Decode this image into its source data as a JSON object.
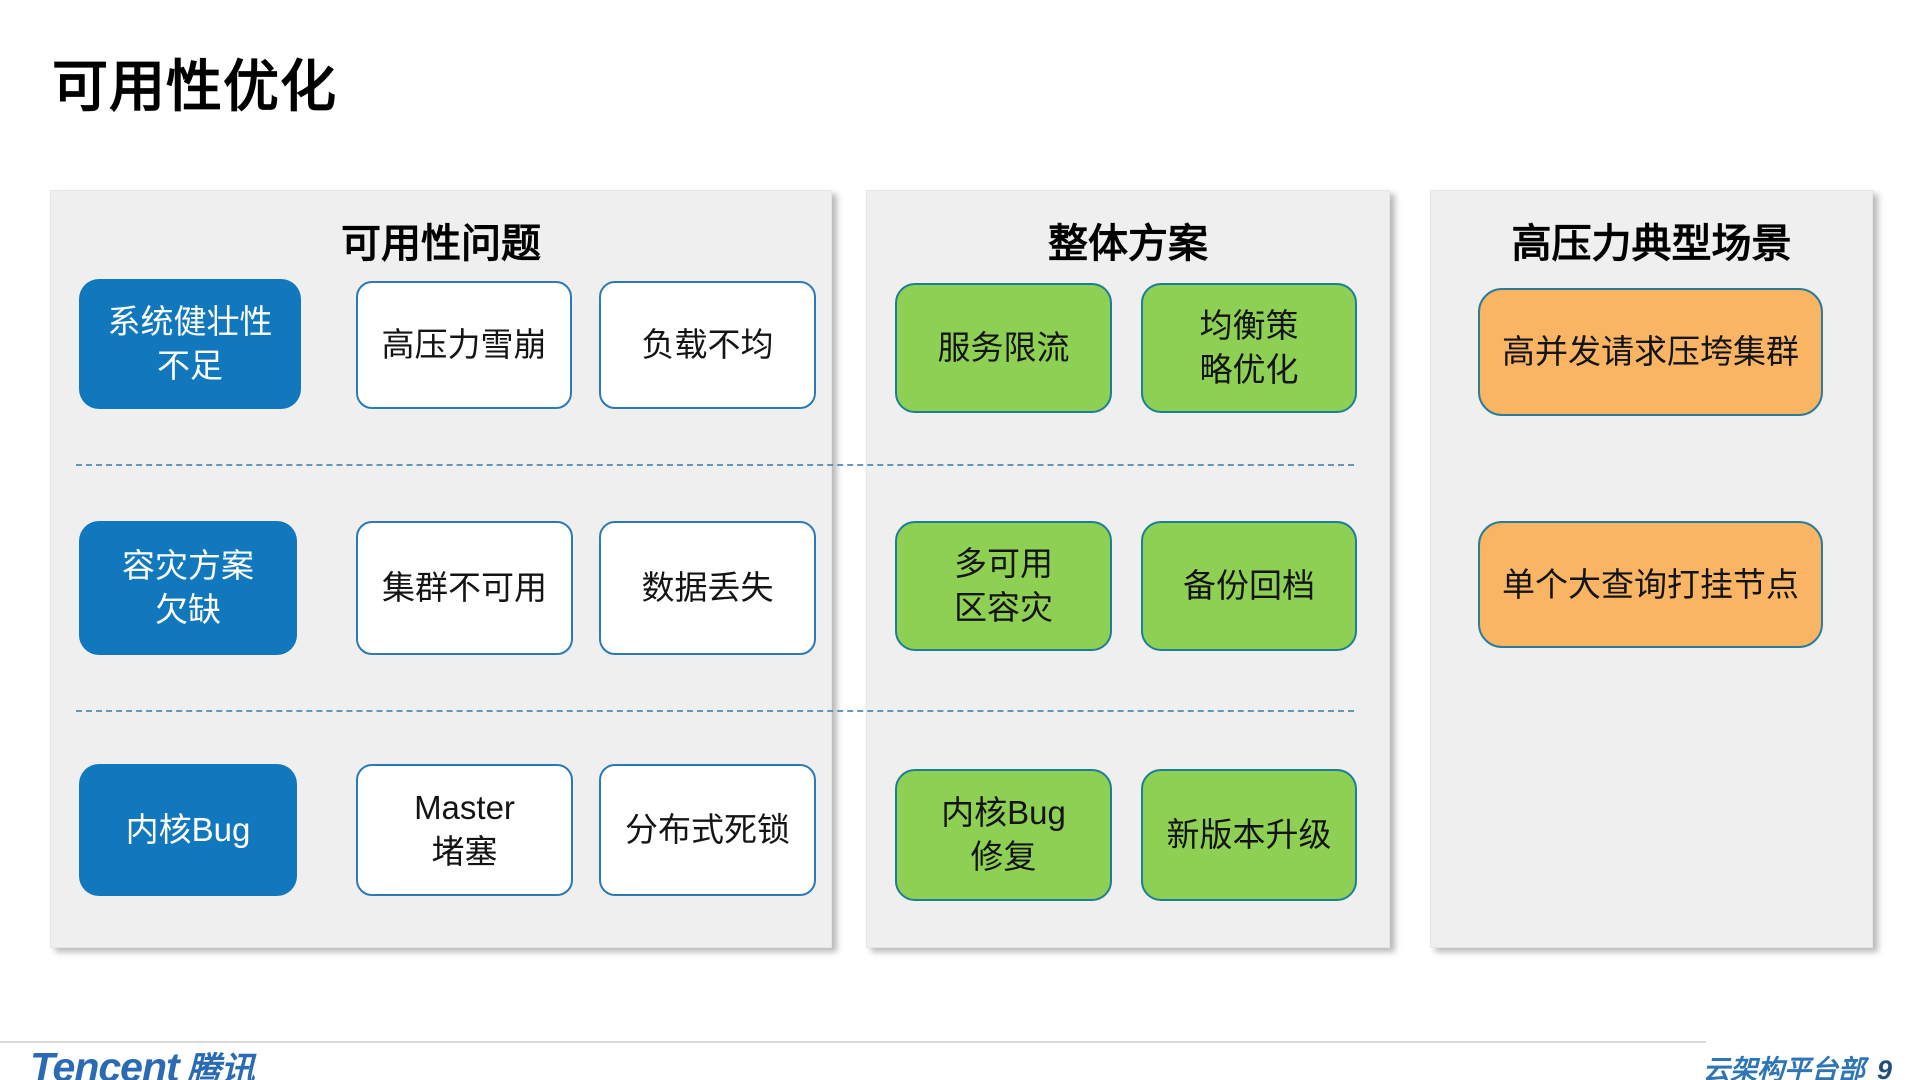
{
  "title": "可用性优化",
  "colors": {
    "panel_bg": "#efefef",
    "blue_box": "#1278bd",
    "white_box_border": "#2b7ab8",
    "green_box": "#8ed054",
    "green_border": "#1d7f96",
    "orange_box": "#f9b564",
    "orange_border": "#2b7d95",
    "dashed_line": "#4f87ad",
    "logo_blue": "#2a6bb3",
    "department_text": "#2e75b6",
    "page_number": "#1f4e79"
  },
  "panels": [
    {
      "header": "可用性问题",
      "rows": [
        {
          "boxes": [
            {
              "text": "系统健壮性\n不足",
              "style": "blue"
            },
            {
              "text": "高压力雪崩",
              "style": "white"
            },
            {
              "text": "负载不均",
              "style": "white"
            }
          ]
        },
        {
          "boxes": [
            {
              "text": "容灾方案\n欠缺",
              "style": "blue"
            },
            {
              "text": "集群不可用",
              "style": "white"
            },
            {
              "text": "数据丢失",
              "style": "white"
            }
          ]
        },
        {
          "boxes": [
            {
              "text": "内核Bug",
              "style": "blue"
            },
            {
              "text": "Master\n堵塞",
              "style": "white"
            },
            {
              "text": "分布式死锁",
              "style": "white"
            }
          ]
        }
      ]
    },
    {
      "header": "整体方案",
      "rows": [
        {
          "boxes": [
            {
              "text": "服务限流",
              "style": "green"
            },
            {
              "text": "均衡策\n略优化",
              "style": "green"
            }
          ]
        },
        {
          "boxes": [
            {
              "text": "多可用\n区容灾",
              "style": "green"
            },
            {
              "text": "备份回档",
              "style": "green"
            }
          ]
        },
        {
          "boxes": [
            {
              "text": "内核Bug\n修复",
              "style": "green"
            },
            {
              "text": "新版本升级",
              "style": "green"
            }
          ]
        }
      ]
    },
    {
      "header": "高压力典型场景",
      "rows": [
        {
          "boxes": [
            {
              "text": "高并发请求压垮集群",
              "style": "orange"
            }
          ]
        },
        {
          "boxes": [
            {
              "text": "单个大查询打挂节点",
              "style": "orange"
            }
          ]
        }
      ]
    }
  ],
  "footer": {
    "logo_en": "Tencent",
    "logo_cn": "腾讯",
    "department": "云架构平台部",
    "page_number": "9"
  }
}
